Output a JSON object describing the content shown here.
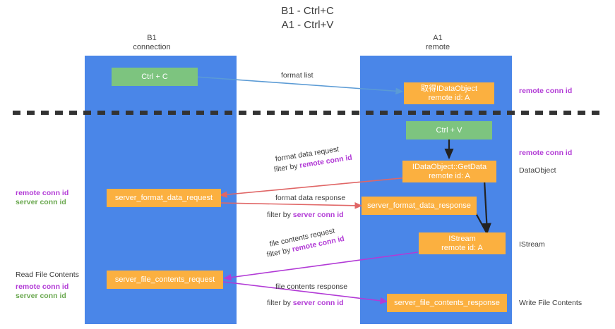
{
  "title": "B1 - Ctrl+C\nA1 - Ctrl+V",
  "colors": {
    "lane": "#4a86e8",
    "green_node": "#7dc47f",
    "orange_node": "#fbb040",
    "remote_conn": "#b23bd6",
    "server_conn": "#6aa84f",
    "divider": "#333333",
    "arrow_blue": "#5b9bd5",
    "arrow_red": "#e06666",
    "arrow_purple": "#b23bd6",
    "arrow_dark": "#222222"
  },
  "lanes": [
    {
      "id": "b1",
      "title": "B1\nconnection"
    },
    {
      "id": "a1",
      "title": "A1\nremote"
    }
  ],
  "nodes": [
    {
      "id": "ctrl_c",
      "label": "Ctrl + C",
      "kind": "green"
    },
    {
      "id": "idataobject_get",
      "label": "取得IDataObject\nremote id: A",
      "kind": "orange"
    },
    {
      "id": "ctrl_v",
      "label": "Ctrl + V",
      "kind": "green"
    },
    {
      "id": "getdata",
      "label": "IDataObject::GetData\nremote id: A",
      "kind": "orange"
    },
    {
      "id": "sfdreq",
      "label": "server_format_data_request",
      "kind": "orange"
    },
    {
      "id": "sfdres",
      "label": "server_format_data_response",
      "kind": "orange"
    },
    {
      "id": "istream",
      "label": "IStream\nremote id: A",
      "kind": "orange"
    },
    {
      "id": "sfcreq",
      "label": "server_file_contents_request",
      "kind": "orange"
    },
    {
      "id": "sfcres",
      "label": "server_file_contents_response",
      "kind": "orange"
    }
  ],
  "edge_labels": {
    "format_list": "format list",
    "format_data_request": "format data request",
    "format_data_request_filter_prefix": "filter by ",
    "format_data_request_filter_key": "remote conn id",
    "format_data_response": "format data response",
    "format_data_response_filter_prefix": "filter by ",
    "format_data_response_filter_key": "server conn id",
    "file_contents_request": "file contents request",
    "file_contents_request_filter_prefix": "filter by ",
    "file_contents_request_filter_key": "remote conn id",
    "file_contents_response": "file contents response",
    "file_contents_response_filter_prefix": "filter by ",
    "file_contents_response_filter_key": "server conn id"
  },
  "right_labels": {
    "remote_conn_top": "remote conn id",
    "remote_conn_mid": "remote conn id",
    "dataobject": "DataObject",
    "istream": "IStream",
    "write_file_contents": "Write File Contents"
  },
  "left_labels": {
    "mid_remote": "remote conn id",
    "mid_server": "server conn id",
    "read_file_contents": "Read File Contents",
    "bottom_remote": "remote conn id",
    "bottom_server": "server conn id"
  }
}
